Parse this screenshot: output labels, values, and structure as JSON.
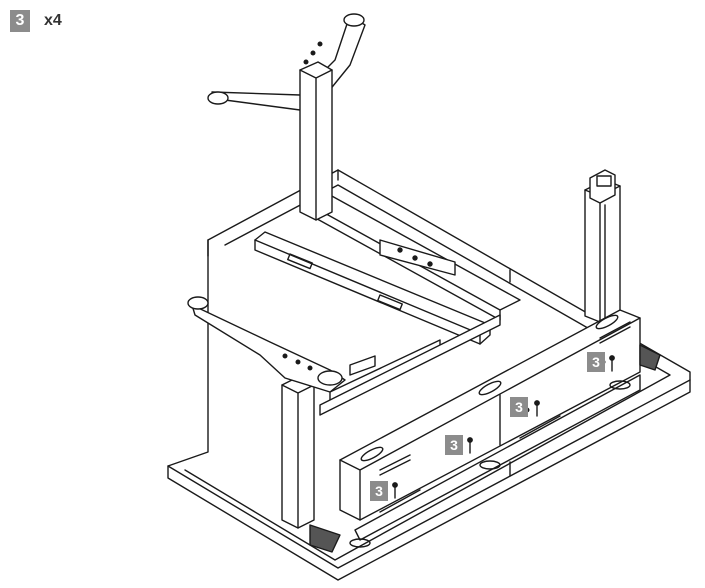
{
  "legend": {
    "part_number": "3",
    "quantity": "x4"
  },
  "callouts": [
    {
      "label": "3"
    },
    {
      "label": "3"
    },
    {
      "label": "3"
    },
    {
      "label": "3"
    }
  ],
  "colors": {
    "line": "#1a1a1a",
    "badge": "#8c8c8c",
    "badge_text": "#ffffff"
  }
}
